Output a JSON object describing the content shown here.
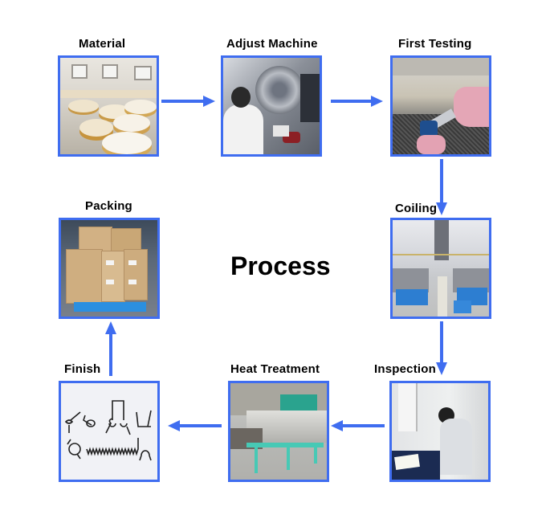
{
  "diagram": {
    "title": "Process",
    "accent_color": "#3f6df0",
    "steps": [
      {
        "label": "Material",
        "image": "photo of stacked metal strip coils in warehouse"
      },
      {
        "label": "Adjust Machine",
        "image": "photo of worker adjusting spring coiling machine"
      },
      {
        "label": "First Testing",
        "image": "photo of gloved hand measuring spring with micrometer"
      },
      {
        "label": "Coiling",
        "image": "photo of factory floor with rows of coiling machines and blue bins"
      },
      {
        "label": "Inspection",
        "image": "photo of worker inspecting parts at workbench"
      },
      {
        "label": "Heat Treatment",
        "image": "photo of green heat treatment furnace"
      },
      {
        "label": "Finish",
        "image": "photo of assorted finished torsion and extension springs"
      },
      {
        "label": "Packing",
        "image": "photo of cardboard boxes stacked on blue pallet"
      }
    ],
    "flow": [
      "Material",
      "Adjust Machine",
      "First Testing",
      "Coiling",
      "Inspection",
      "Heat Treatment",
      "Finish",
      "Packing"
    ]
  }
}
